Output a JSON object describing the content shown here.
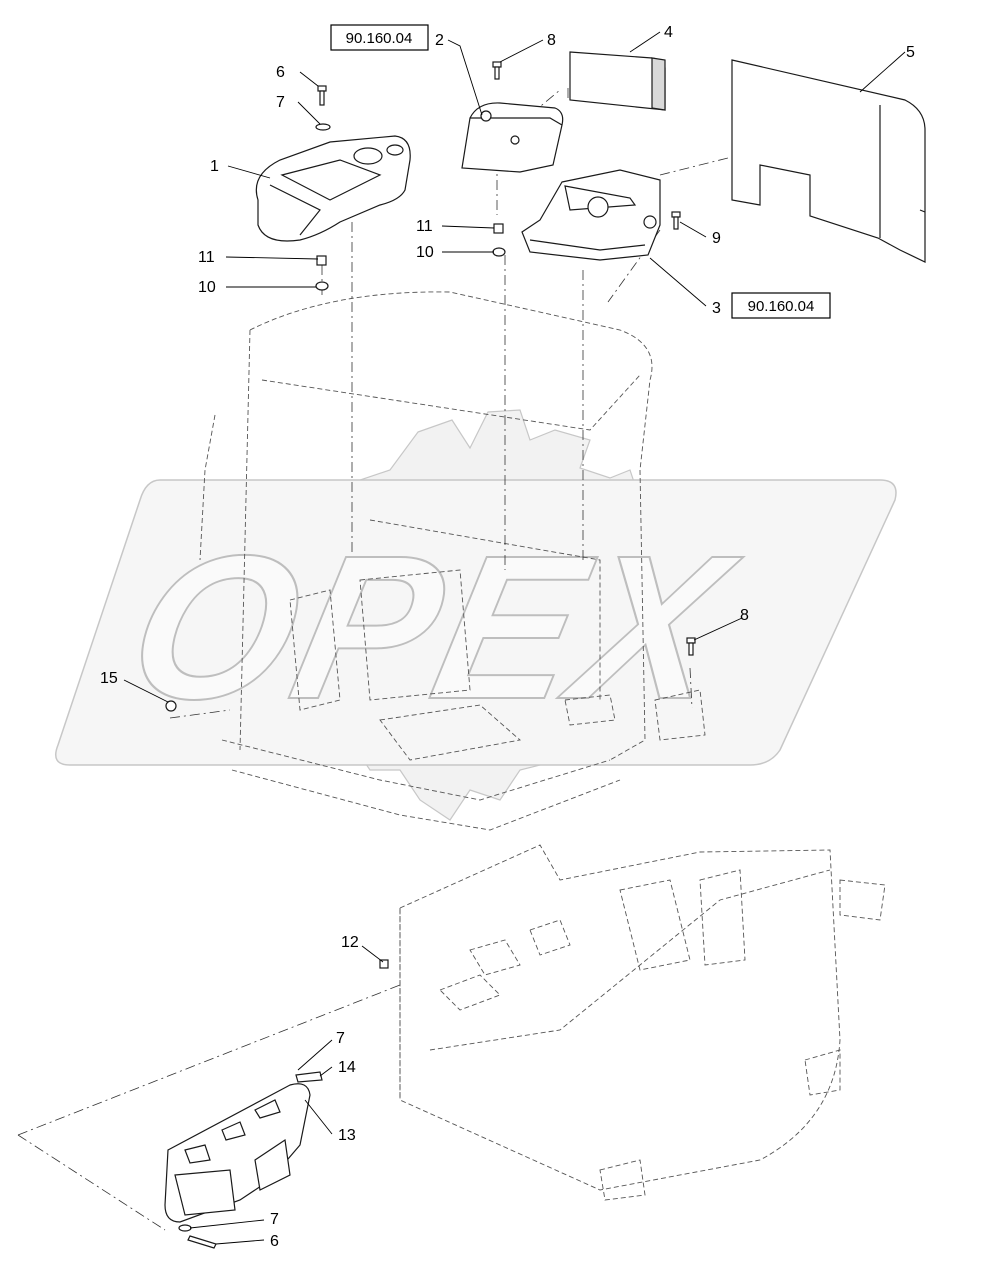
{
  "refs": {
    "top": "90.160.04",
    "right": "90.160.04"
  },
  "watermark": {
    "text": "OPEX"
  },
  "callouts": {
    "c1": "1",
    "c2": "2",
    "c3": "3",
    "c4": "4",
    "c5": "5",
    "c6a": "6",
    "c6b": "6",
    "c7a": "7",
    "c7b": "7",
    "c7c": "7",
    "c8a": "8",
    "c8b": "8",
    "c9": "9",
    "c10a": "10",
    "c10b": "10",
    "c11a": "11",
    "c11b": "11",
    "c12": "12",
    "c13": "13",
    "c14": "14",
    "c15": "15"
  }
}
